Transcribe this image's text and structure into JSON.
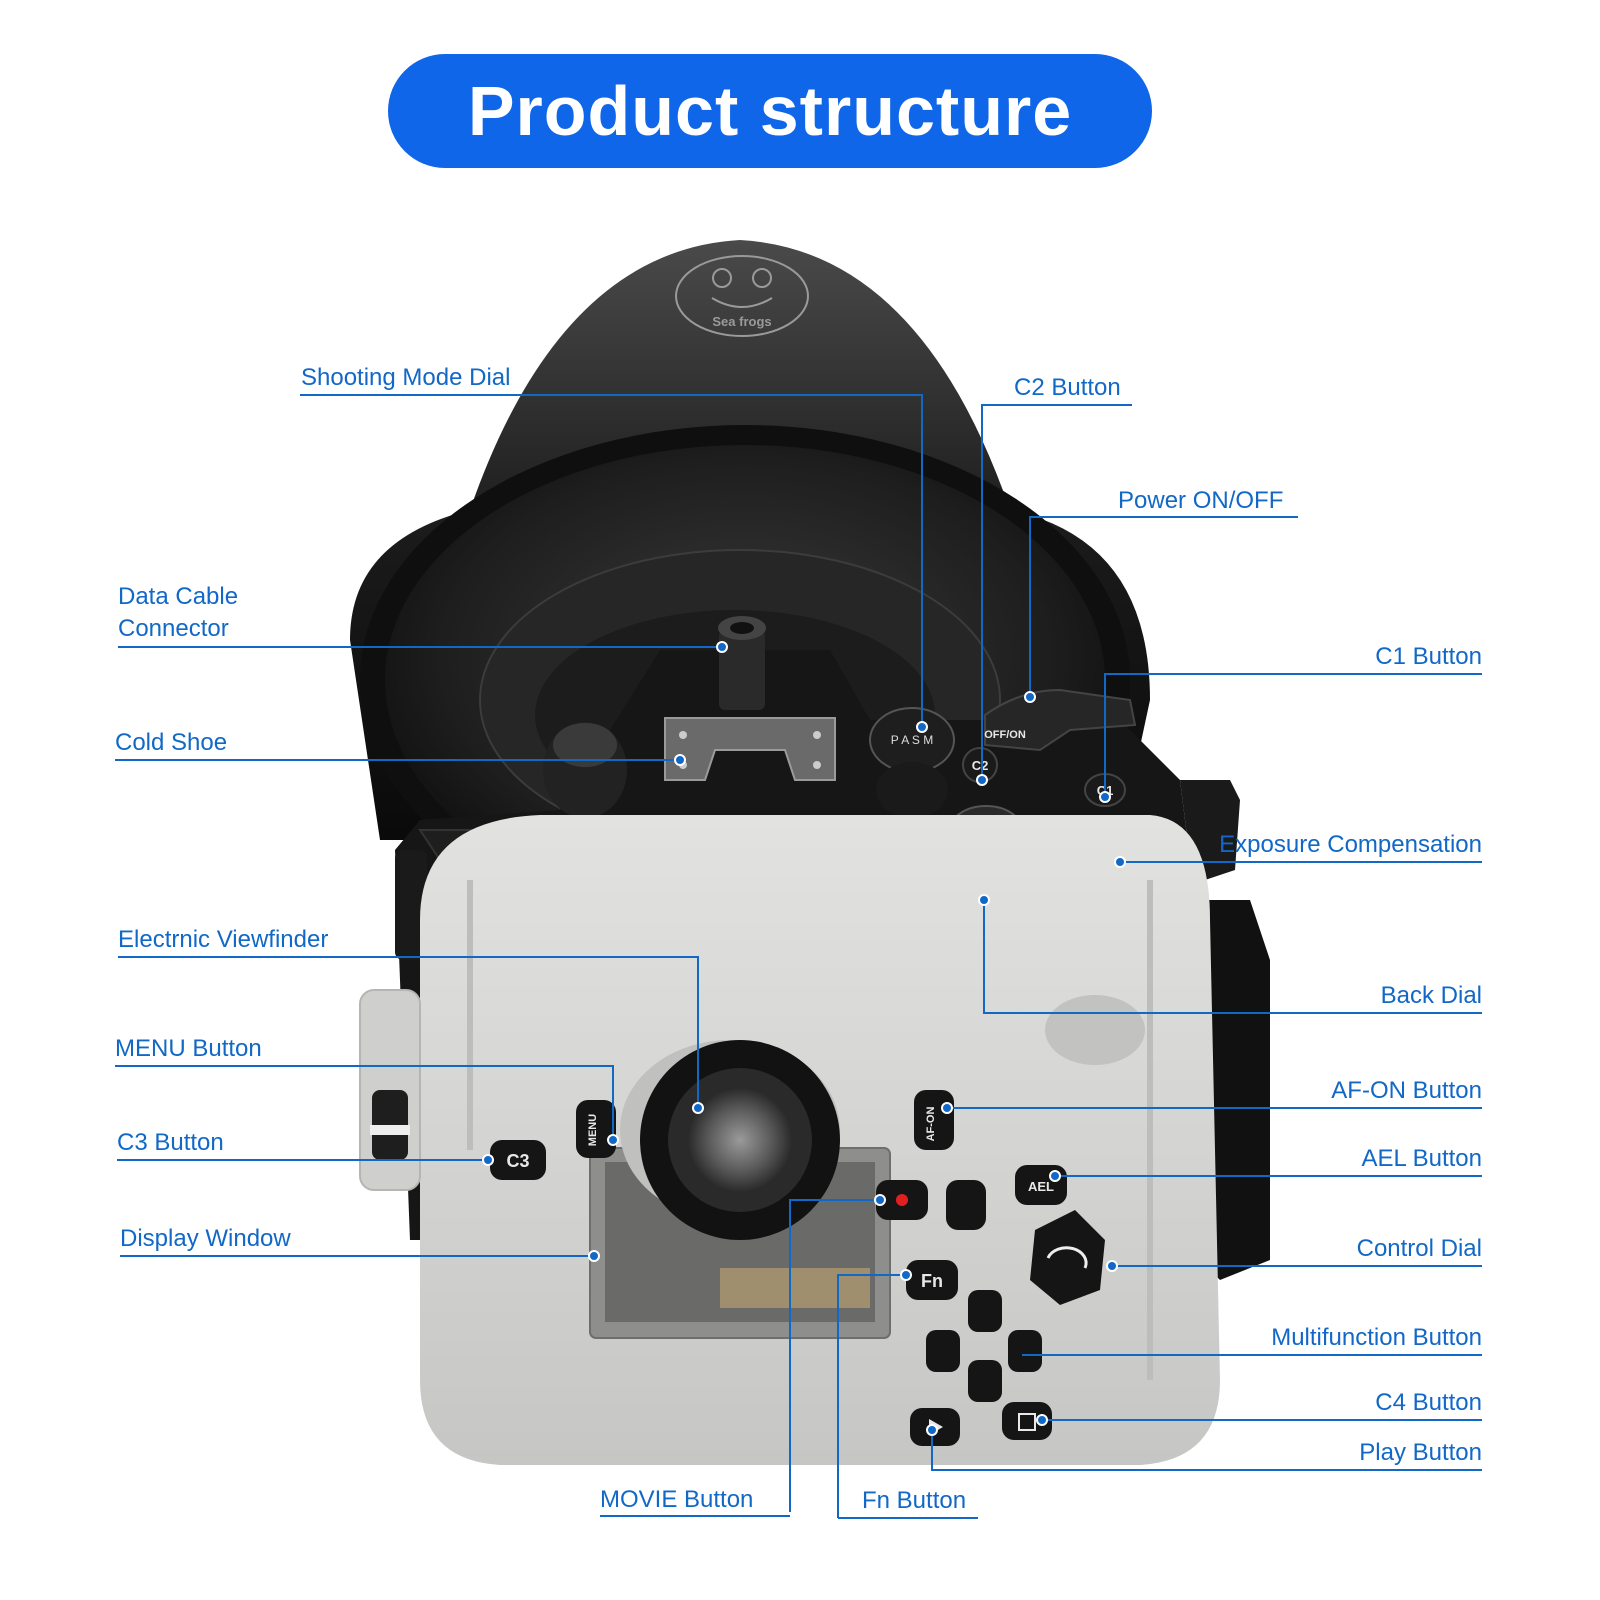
{
  "title": "Product structure",
  "brand": "Sea frogs",
  "labels": {
    "shooting_mode_dial": "Shooting Mode Dial",
    "c2_button": "C2 Button",
    "power_on_off": "Power ON/OFF",
    "data_cable_line1": "Data Cable",
    "data_cable_line2": "Connector",
    "c1_button": "C1 Button",
    "cold_shoe": "Cold Shoe",
    "exposure_compensation": "Exposure Compensation",
    "electronic_viewfinder": "Electrnic Viewfinder",
    "back_dial": "Back Dial",
    "menu_button": "MENU Button",
    "af_on_button": "AF-ON Button",
    "c3_button": "C3 Button",
    "ael_button": "AEL Button",
    "display_window": "Display Window",
    "control_dial": "Control Dial",
    "multifunction_button": "Multifunction Button",
    "c4_button": "C4 Button",
    "play_button": "Play Button",
    "movie_button": "MOVIE Button",
    "fn_button": "Fn Button"
  },
  "button_marks": {
    "c3": "C3",
    "menu": "MENU",
    "af_on": "AF-ON",
    "ael": "AEL",
    "fn": "Fn",
    "c2": "C2",
    "c1": "C1",
    "power": "OFF/ON"
  },
  "colors": {
    "accent": "#0f66e8",
    "label": "#1268c7",
    "housing_clear": "#d4d4d2",
    "housing_black": "#1b1b1b"
  }
}
